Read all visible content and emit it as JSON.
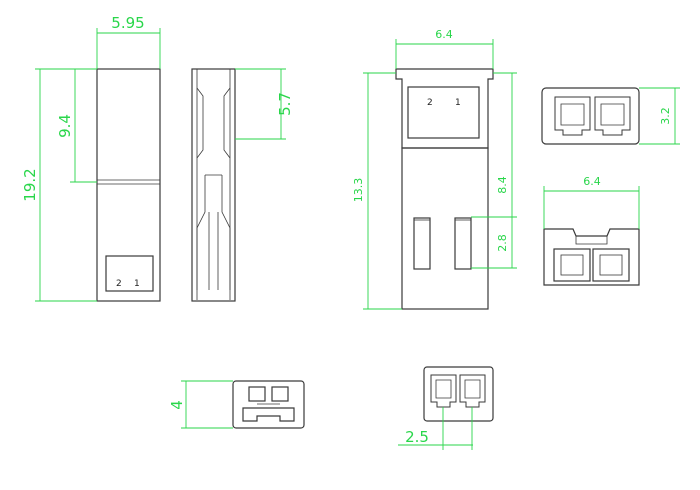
{
  "colors": {
    "outline": "#3a3a3a",
    "dimension": "#29d64a",
    "background": "#ffffff"
  },
  "dimensions": {
    "side_width": "5.95",
    "side_upper": "9.4",
    "side_total": "19.2",
    "profile_depth": "5.7",
    "front_width": "6.4",
    "front_height": "13.3",
    "front_upper": "8.4",
    "front_window": "2.8",
    "end_height": "3.2",
    "bottom_width": "6.4",
    "face_height": "4",
    "pitch": "2.5"
  },
  "pin_labels": {
    "pin2": "2",
    "pin1": "1"
  }
}
